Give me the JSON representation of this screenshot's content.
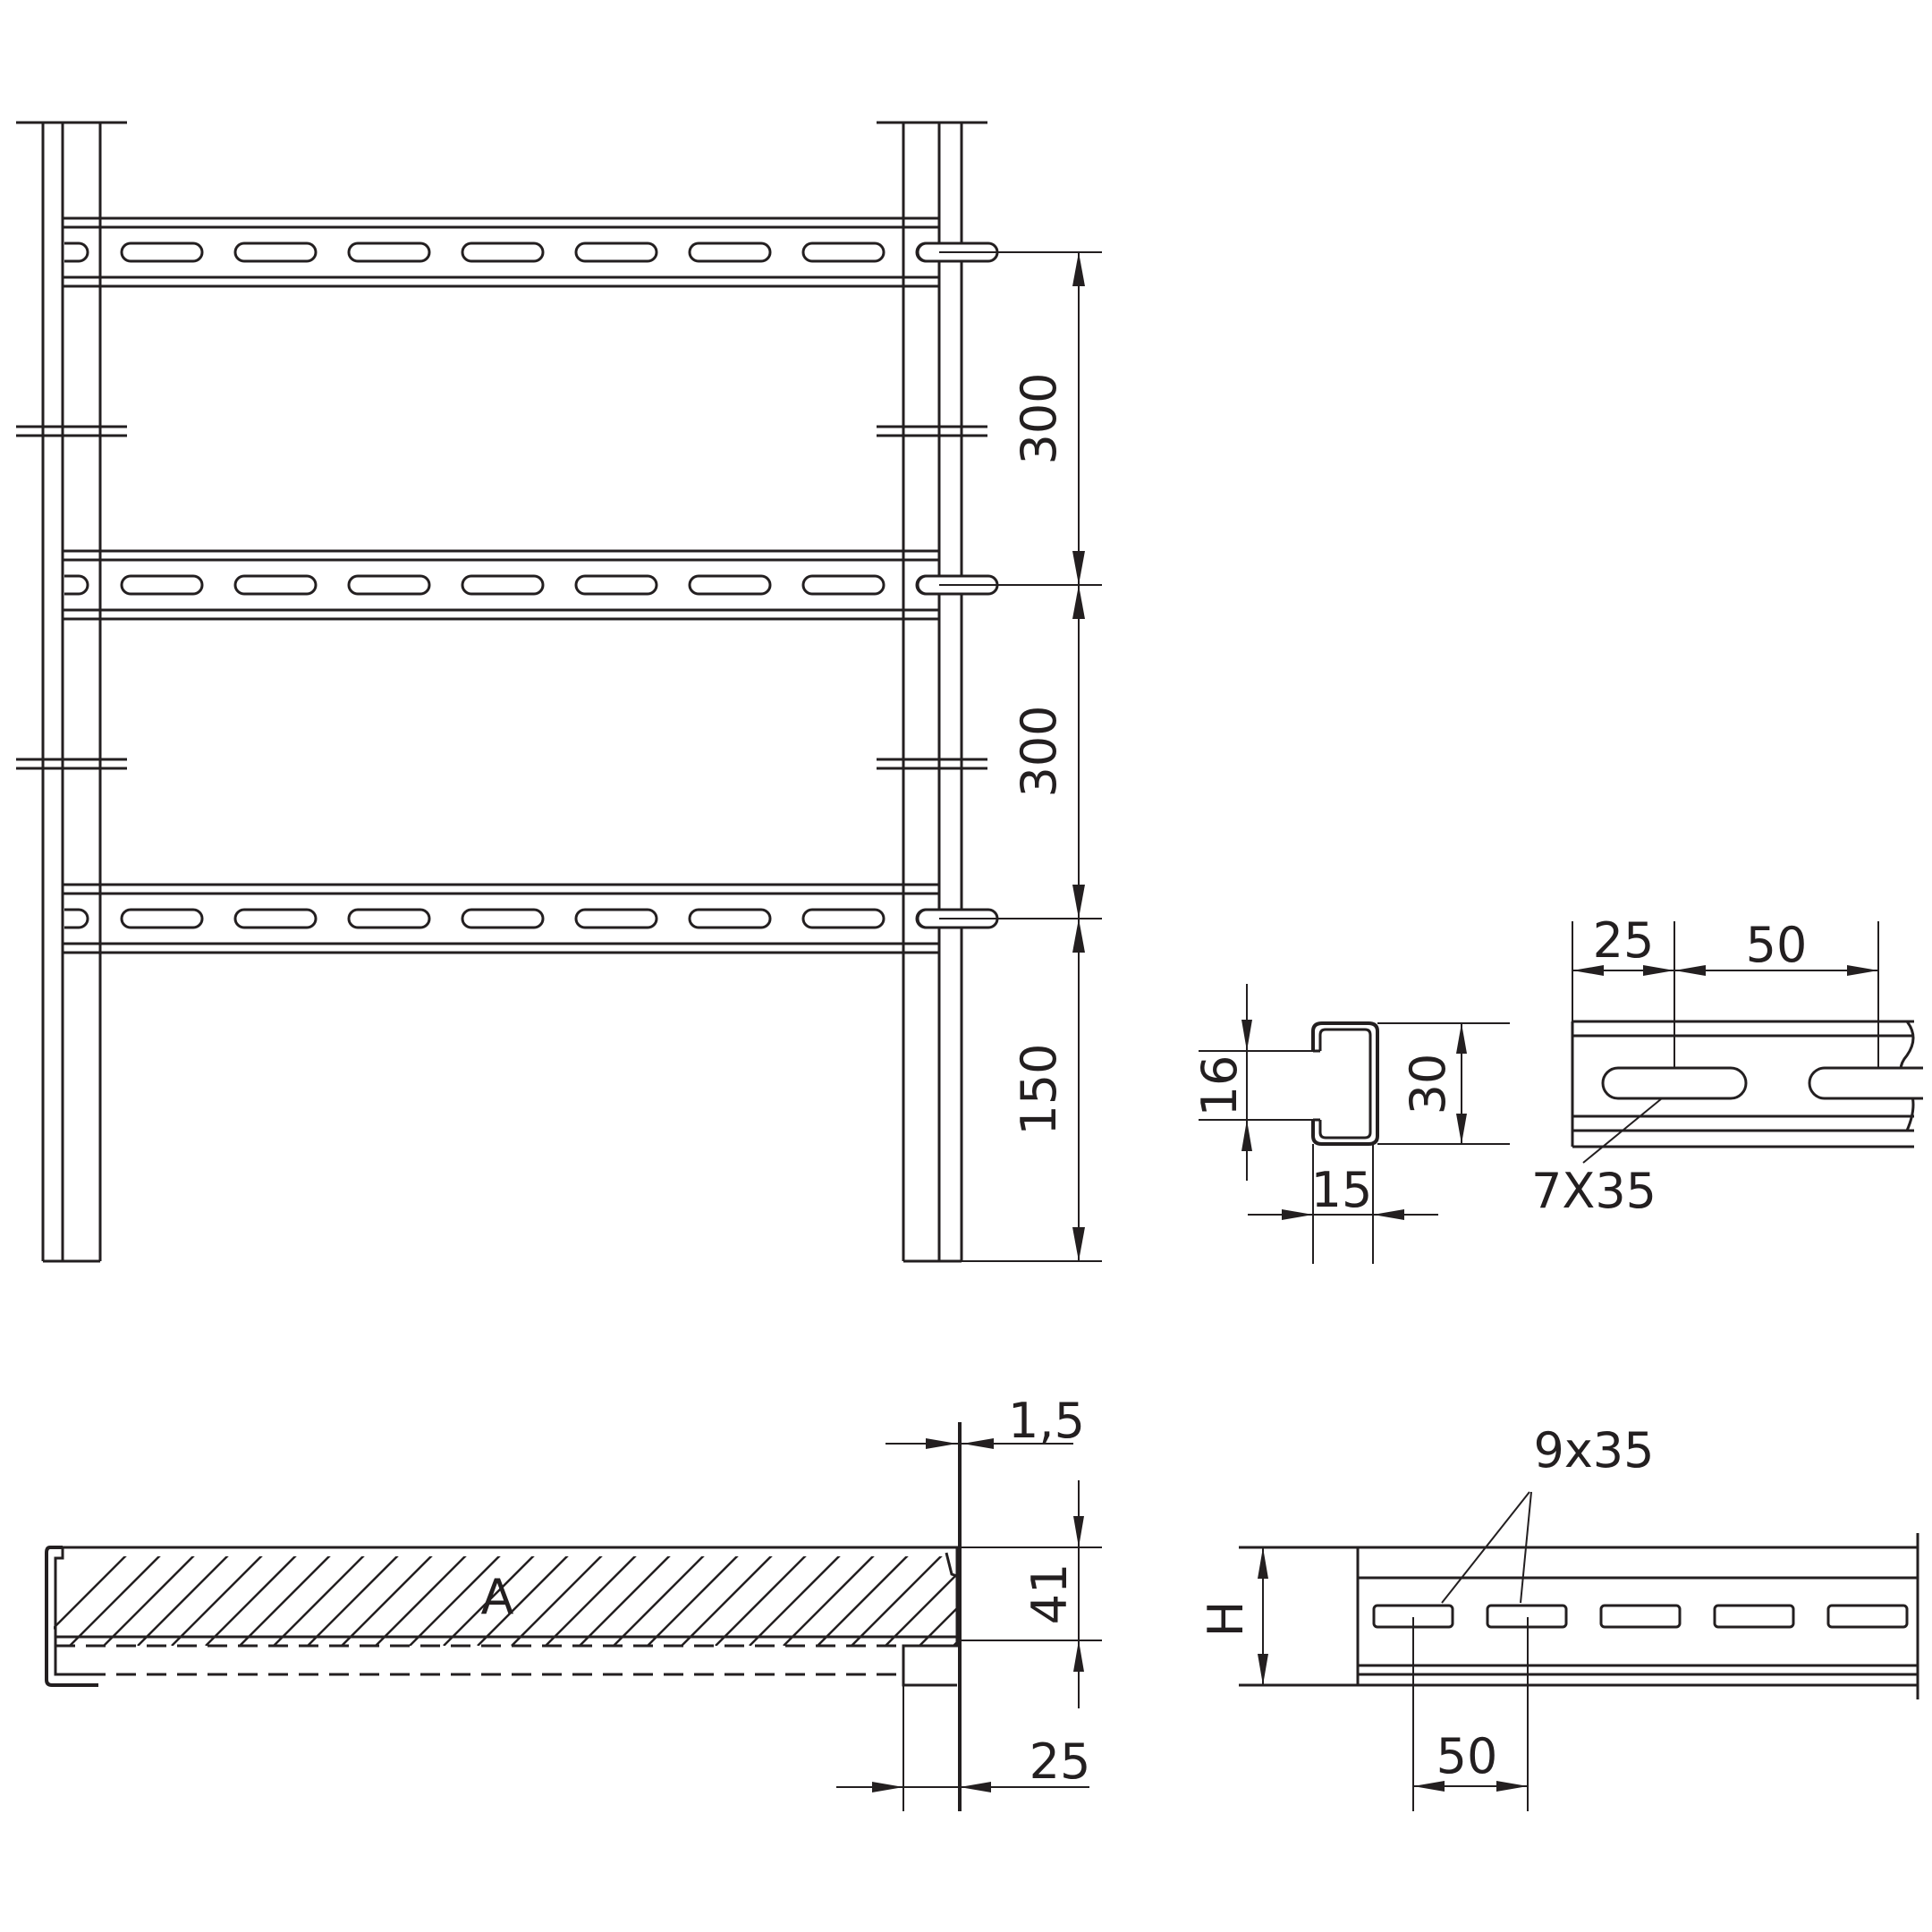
{
  "drawing": {
    "ladder_dimensions": {
      "spacing_top": "300",
      "spacing_middle": "300",
      "bottom_offset": "150"
    },
    "rung_section": {
      "height": "30",
      "inner_height": "16",
      "flange_width": "15"
    },
    "rung_slots": {
      "first_offset": "25",
      "pitch": "50",
      "slot_size": "7X35"
    },
    "side_rail_section": {
      "thickness": "1,5",
      "height": "41",
      "flange_width": "25",
      "section_label": "A"
    },
    "side_rail_slots": {
      "slot_size": "9x35",
      "height_label": "H",
      "pitch": "50"
    }
  },
  "colors": {
    "line": "#231f20",
    "background": "#ffffff"
  }
}
